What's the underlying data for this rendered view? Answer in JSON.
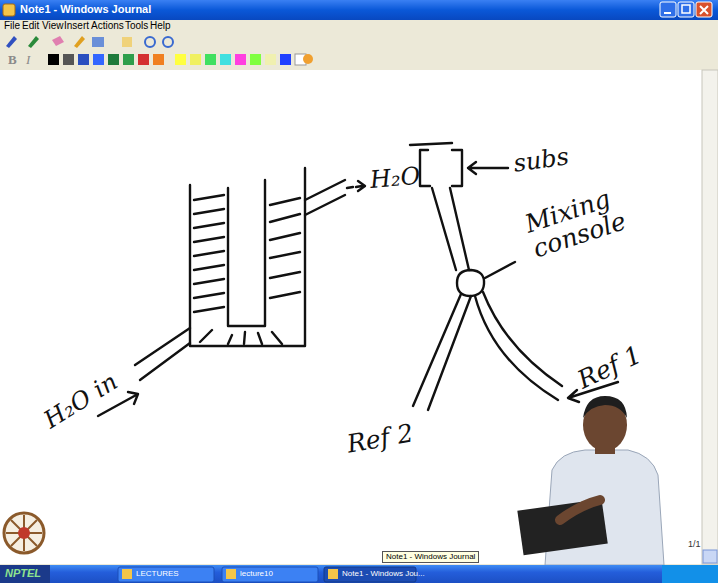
{
  "diagram": {
    "labels": [
      "Note1 - Windows Journal",
      "File",
      "Edit",
      "View",
      "Insert",
      "Actions",
      "Tools",
      "Help",
      "B",
      "I",
      "H₂O in",
      "H₂O",
      "subs",
      "Mixing console",
      "Ref 1",
      "Ref 2",
      "1/1",
      "NPTEL",
      "LECTURES",
      "lecture10",
      "Note1 - Windows Jou...",
      "Note1 - Windows Journal"
    ]
  }
}
